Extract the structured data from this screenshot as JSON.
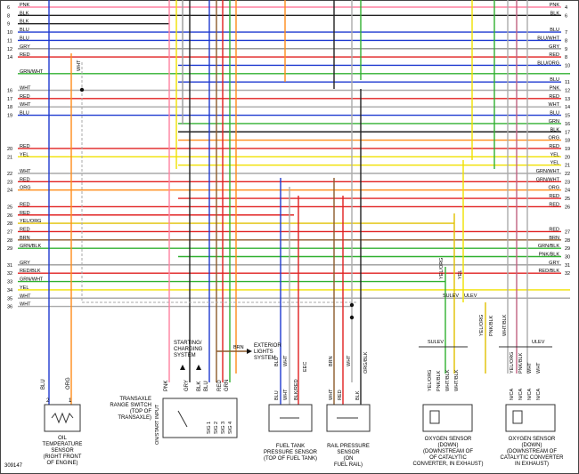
{
  "diagram_id": "309147",
  "wires": [
    {
      "num": "6",
      "label": "PNK",
      "color": "#ff80a0",
      "endL": 190,
      "endR": 620,
      "rlabel": "PNK",
      "rnum": "4"
    },
    {
      "num": "8",
      "label": "BLK",
      "color": "#222222",
      "endL": 190,
      "endR": 620,
      "rlabel": "BLK",
      "rnum": "6"
    },
    {
      "num": "9",
      "label": "BLK",
      "color": "#222222",
      "endL": 190,
      "endR": 0,
      "rlabel": "",
      "rnum": ""
    },
    {
      "num": "10",
      "label": "BLU",
      "color": "#1e3ad0",
      "endL": 190,
      "endR": 640,
      "rlabel": "BLU",
      "rnum": "7"
    },
    {
      "num": "11",
      "label": "BLU",
      "color": "#1e3ad0",
      "endL": 190,
      "endR": 640,
      "rlabel": "BLU/WHT",
      "rnum": "8"
    },
    {
      "num": "12",
      "label": "GRY",
      "color": "#9a9a9a",
      "endL": 190,
      "endR": 640,
      "rlabel": "GRY",
      "rnum": "9"
    },
    {
      "num": "14",
      "label": "RED",
      "color": "#e02020",
      "endL": 190,
      "endR": 640,
      "rlabel": "RED",
      "rnum": "8"
    },
    {
      "num": "",
      "label": "",
      "color": "#1e3ad0",
      "endL": 0,
      "endR": 640,
      "rlabel": "BLU/ORG",
      "rnum": "10"
    },
    {
      "num": "",
      "label": "GRN/WHT",
      "color": "#30b030",
      "endL": 640,
      "endR": 0,
      "rlabel": "",
      "rnum": ""
    },
    {
      "num": "",
      "label": "",
      "color": "#1e3ad0",
      "endL": 0,
      "endR": 640,
      "rlabel": "BLU",
      "rnum": "11"
    },
    {
      "num": "16",
      "label": "WHT",
      "color": "#aaaaaa",
      "endL": 400,
      "endR": 640,
      "rlabel": "PNK",
      "rnum": "12"
    },
    {
      "num": "17",
      "label": "RED",
      "color": "#e02020",
      "endL": 640,
      "endR": 640,
      "rlabel": "RED",
      "rnum": "13"
    },
    {
      "num": "18",
      "label": "WHT",
      "color": "#aaaaaa",
      "endL": 400,
      "endR": 640,
      "rlabel": "WHT",
      "rnum": "14"
    },
    {
      "num": "19",
      "label": "BLU",
      "color": "#1e3ad0",
      "endL": 640,
      "endR": 640,
      "rlabel": "BLU",
      "rnum": "15"
    },
    {
      "num": "",
      "label": "",
      "color": "#30b030",
      "endL": 0,
      "endR": 640,
      "rlabel": "GRN",
      "rnum": "16"
    },
    {
      "num": "",
      "label": "",
      "color": "#222222",
      "endL": 0,
      "endR": 640,
      "rlabel": "BLK",
      "rnum": "17"
    },
    {
      "num": "",
      "label": "",
      "color": "#ff8c1a",
      "endL": 0,
      "endR": 640,
      "rlabel": "ORG",
      "rnum": "18"
    },
    {
      "num": "20",
      "label": "RED",
      "color": "#e02020",
      "endL": 640,
      "endR": 640,
      "rlabel": "RED",
      "rnum": "19"
    },
    {
      "num": "21",
      "label": "YEL",
      "color": "#f0e000",
      "endL": 640,
      "endR": 640,
      "rlabel": "YEL",
      "rnum": "20"
    },
    {
      "num": "",
      "label": "",
      "color": "#f0e000",
      "endL": 0,
      "endR": 640,
      "rlabel": "YEL",
      "rnum": "21"
    },
    {
      "num": "22",
      "label": "WHT",
      "color": "#aaaaaa",
      "endL": 400,
      "endR": 640,
      "rlabel": "GRN/WHT",
      "rnum": "22"
    },
    {
      "num": "23",
      "label": "RED",
      "color": "#e02020",
      "endL": 640,
      "endR": 640,
      "rlabel": "GRN/WHT",
      "rnum": "23"
    },
    {
      "num": "24",
      "label": "ORG",
      "color": "#ff8c1a",
      "endL": 640,
      "endR": 640,
      "rlabel": "ORG",
      "rnum": "24"
    },
    {
      "num": "",
      "label": "",
      "color": "#e02020",
      "endL": 0,
      "endR": 640,
      "rlabel": "RED",
      "rnum": "25"
    },
    {
      "num": "25",
      "label": "RED",
      "color": "#e02020",
      "endL": 640,
      "endR": 640,
      "rlabel": "RED",
      "rnum": "26"
    },
    {
      "num": "26",
      "label": "RED",
      "color": "#e02020",
      "endL": 330,
      "endR": 0,
      "rlabel": "",
      "rnum": ""
    },
    {
      "num": "28",
      "label": "YEL/ORG",
      "color": "#e0c000",
      "endL": 510,
      "endR": 0,
      "rlabel": "",
      "rnum": ""
    },
    {
      "num": "27",
      "label": "RED",
      "color": "#e02020",
      "endL": 640,
      "endR": 640,
      "rlabel": "RED",
      "rnum": "27"
    },
    {
      "num": "28",
      "label": "BRN",
      "color": "#8b5a2b",
      "endL": 640,
      "endR": 640,
      "rlabel": "BRN",
      "rnum": "28"
    },
    {
      "num": "29",
      "label": "GRN/BLK",
      "color": "#30b030",
      "endL": 640,
      "endR": 640,
      "rlabel": "GRN/BLK",
      "rnum": "29"
    },
    {
      "num": "",
      "label": "",
      "color": "#30b030",
      "endL": 0,
      "endR": 640,
      "rlabel": "PNK/BLK",
      "rnum": "30"
    },
    {
      "num": "31",
      "label": "GRY",
      "color": "#9a9a9a",
      "endL": 640,
      "endR": 640,
      "rlabel": "GRY",
      "rnum": "31"
    },
    {
      "num": "32",
      "label": "RED/BLK",
      "color": "#e02020",
      "endL": 640,
      "endR": 640,
      "rlabel": "RED/BLK",
      "rnum": "32"
    },
    {
      "num": "33",
      "label": "GRN/WHT",
      "color": "#30b030",
      "endL": 500,
      "endR": 0,
      "rlabel": "",
      "rnum": ""
    },
    {
      "num": "34",
      "label": "YEL",
      "color": "#f0e000",
      "endL": 640,
      "endR": 0,
      "rlabel": "",
      "rnum": ""
    },
    {
      "num": "35",
      "label": "WHT",
      "color": "#aaaaaa",
      "endL": 640,
      "endR": 0,
      "rlabel": "",
      "rnum": ""
    },
    {
      "num": "36",
      "label": "WHT",
      "color": "#aaaaaa",
      "endL": 395,
      "endR": 0,
      "rlabel": "",
      "rnum": ""
    }
  ],
  "components": {
    "oil_temp": {
      "l1": "OIL",
      "l2": "TEMPERATURE",
      "l3": "SENSOR",
      "l4": "(RIGHT FRONT",
      "l5": "OF ENGINE)",
      "pin1": "2",
      "pin2": "1",
      "w1": "BLU",
      "w2": "ORG"
    },
    "tr_switch": {
      "l1": "TRANSAXLE",
      "l2": "RANGE SWITCH",
      "l3": "(TOP OF",
      "l4": "TRANSAXLE)",
      "t1": "ON/START INPUT",
      "t2": "SIG 1",
      "t3": "SIG 2",
      "t4": "SIG 3",
      "t5": "SIG 4",
      "w1": "PNK",
      "w2": "GRY",
      "w3": "BLK",
      "w4": "BLU",
      "w5": "RED",
      "w6": "GRN"
    },
    "starting": {
      "l1": "STARTING/",
      "l2": "CHARGING",
      "l3": "SYSTEM"
    },
    "exterior": {
      "l1": "EXTERIOR",
      "l2": "LIGHTS",
      "l3": "SYSTEM",
      "w": "BRN"
    },
    "fuel_tank": {
      "l1": "FUEL TANK",
      "l2": "PRESSURE SENSOR",
      "l3": "(TOP OF FUEL TANK)",
      "w1": "BLU",
      "w2": "WHT",
      "w3": "BLK/RED",
      "w4": "BLU",
      "w5": "WHT",
      "w6": "EEC"
    },
    "rail": {
      "l1": "RAIL PRESSURE",
      "l2": "SENSOR",
      "l3": "(ON",
      "l4": "FUEL RAIL)",
      "w1": "WHT",
      "w2": "RED",
      "w3": "BLK",
      "w4": "BRN",
      "w5": "WHT",
      "w6": "ORG/BLK"
    },
    "o2_down1": {
      "l1": "OXYGEN SENSOR",
      "l2": "(DOWN)",
      "l3": "(DOWNSTREAM OF",
      "l4": "OF CATALYTIC",
      "l5": "CONVERTER, IN EXHAUST)",
      "w1": "YEL/ORG",
      "w2": "PNK/BLK",
      "w3": "WHT/BLK",
      "w4": "WHT/BLK",
      "tag": "SULEV"
    },
    "o2_down2": {
      "l1": "OXYGEN SENSOR",
      "l2": "(DOWN)",
      "l3": "(DOWNSTREAM OF",
      "l4": "CATALYTIC CONVERTER",
      "l5": "IN EXHAUST)",
      "w1": "YEL/ORG",
      "w2": "PNK/BLK",
      "w3": "WHT",
      "w4": "WHT",
      "nca": "N/CA",
      "tag": "ULEV"
    },
    "mid": {
      "sulev": "SULEV",
      "ulev": "ULEV",
      "yelorg": "YEL/ORG",
      "yel": "YEL",
      "pnkblk": "PNK/BLK",
      "whtblk": "WHT/BLK",
      "wht": "WHT",
      "grnwht": "GRN/WHT"
    }
  }
}
